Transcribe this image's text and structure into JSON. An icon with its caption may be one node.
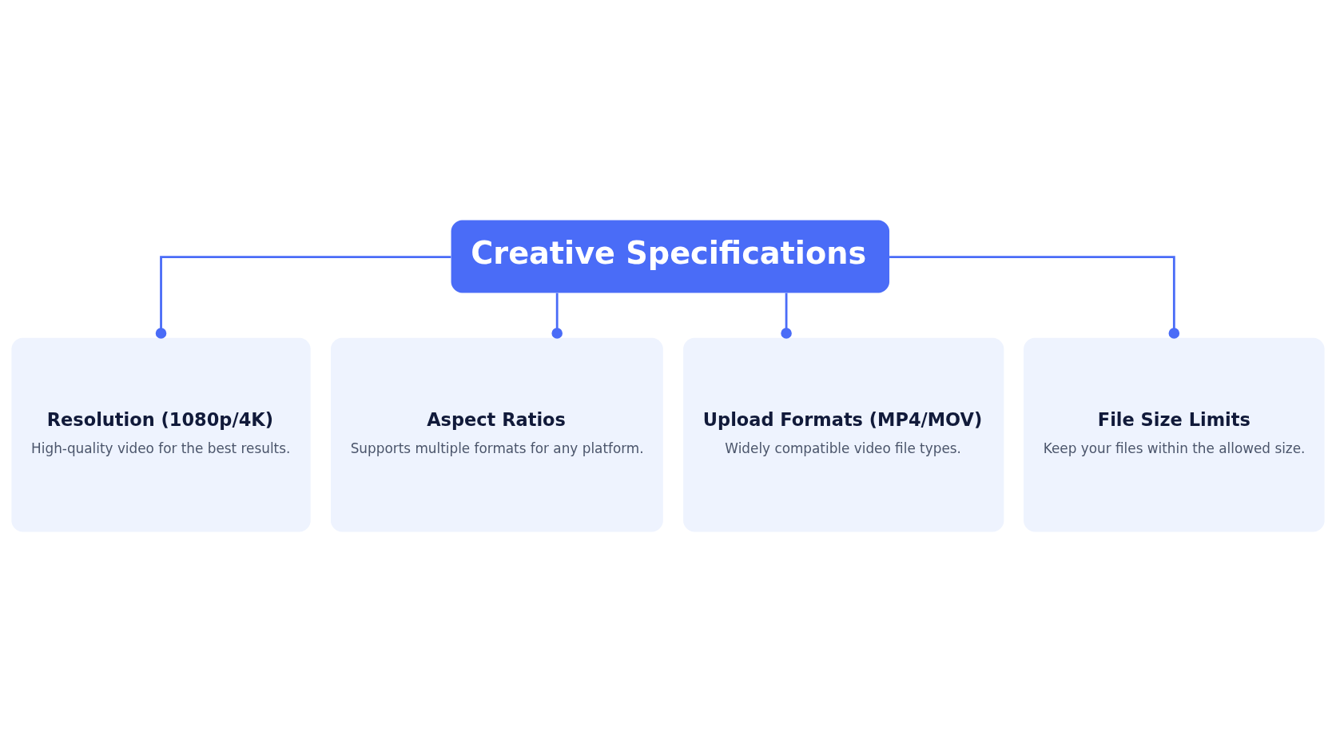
{
  "diagram": {
    "nodes": [
      {
        "text": [
          "Creative Specifications"
        ]
      },
      {
        "text": [
          "Resolution (1080p/4K)",
          "High-quality video for the best results."
        ]
      },
      {
        "text": [
          "Aspect Ratios",
          "Supports multiple formats for any platform."
        ]
      },
      {
        "text": [
          "Upload Formats (MP4/MOV)",
          "Widely compatible video file types."
        ]
      },
      {
        "text": [
          "File Size Limits",
          "Keep your files within the allowed size."
        ]
      }
    ],
    "edges": [
      {
        "from": 0,
        "to": 1,
        "arrow": "other"
      },
      {
        "from": 0,
        "to": 2,
        "arrow": "other"
      },
      {
        "from": 0,
        "to": 3,
        "arrow": "other"
      },
      {
        "from": 0,
        "to": 4,
        "arrow": "other"
      }
    ]
  }
}
